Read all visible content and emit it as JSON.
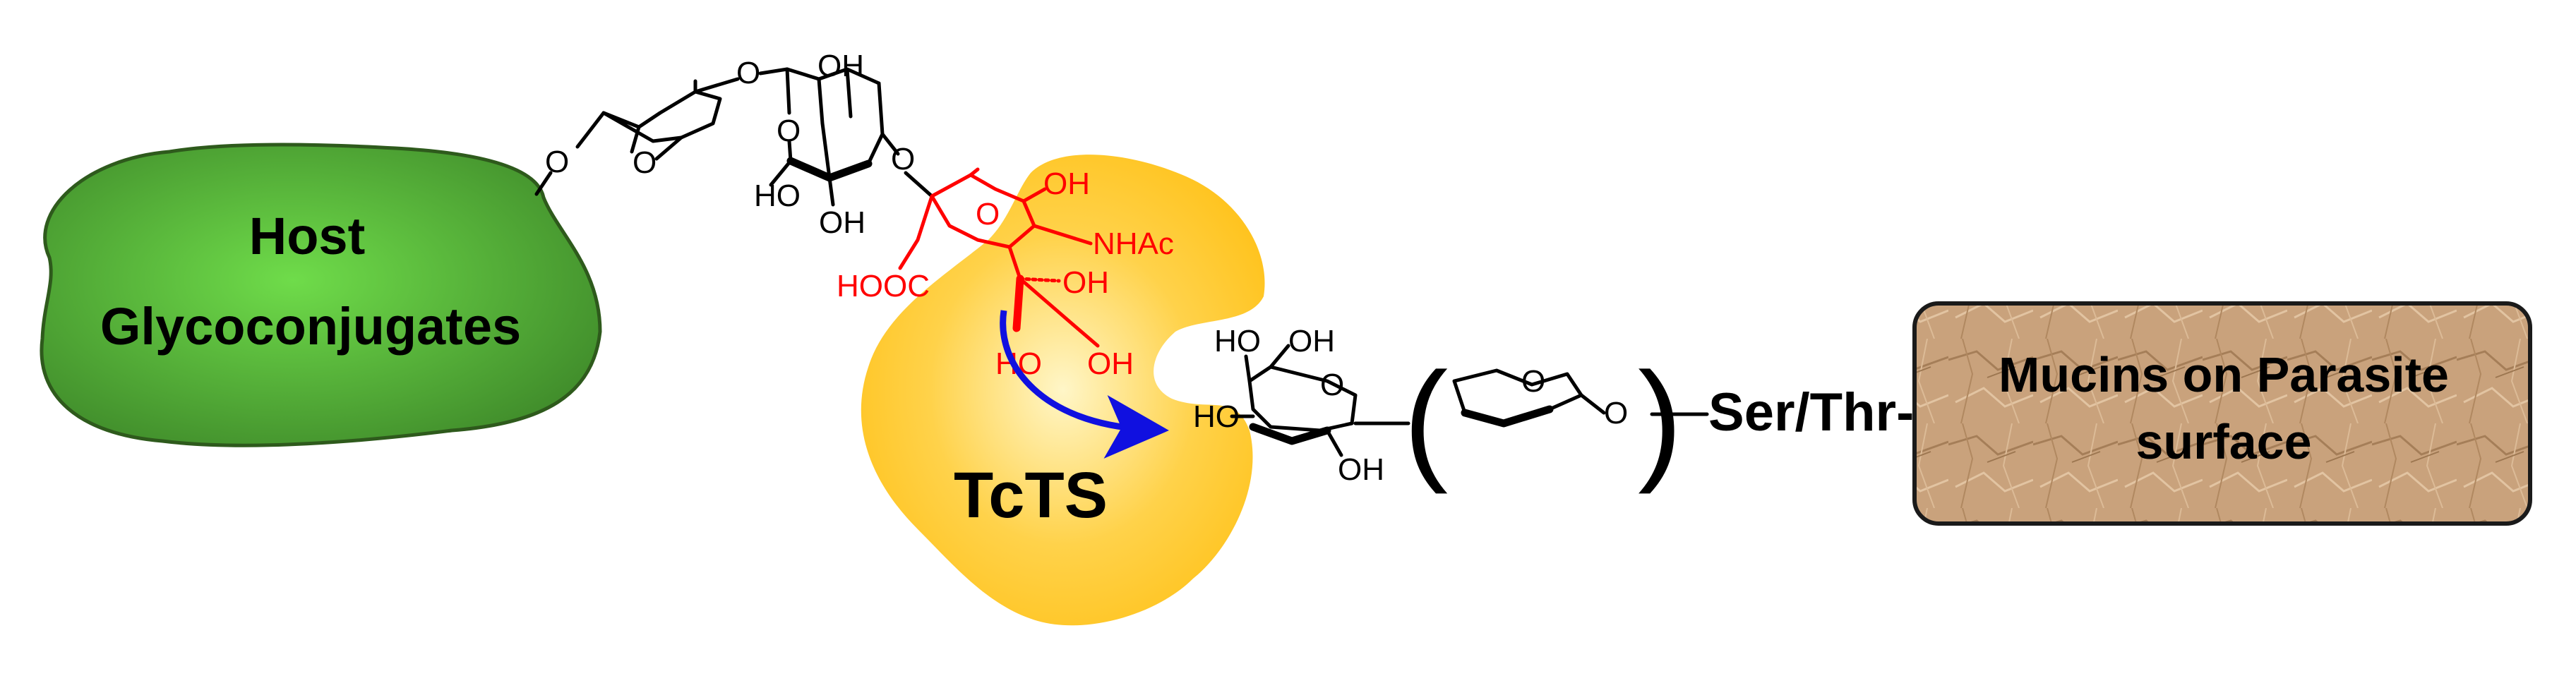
{
  "blobs": {
    "host": {
      "lines": [
        "Host",
        "Glycoconjugates"
      ],
      "fill": "#5cc43a",
      "edge": "#2e5a1c"
    },
    "enzyme": {
      "label": "TcTS",
      "fill": "#ffc21a",
      "light": "#fff6c8"
    },
    "mucin": {
      "lines": [
        "Mucins on Parasite",
        "surface"
      ],
      "fill": "#c7a07a",
      "edge": "#1a1a1a"
    }
  },
  "linker": {
    "label": "Ser/Thr-"
  },
  "arrow_color": "#1010e0",
  "sialic_color": "#ff0000",
  "atoms": {
    "O": "O",
    "OH": "OH",
    "HO": "HO",
    "HOOC": "HOOC",
    "NHAc": "NHAc"
  },
  "paren_open": "(",
  "paren_close": ")"
}
